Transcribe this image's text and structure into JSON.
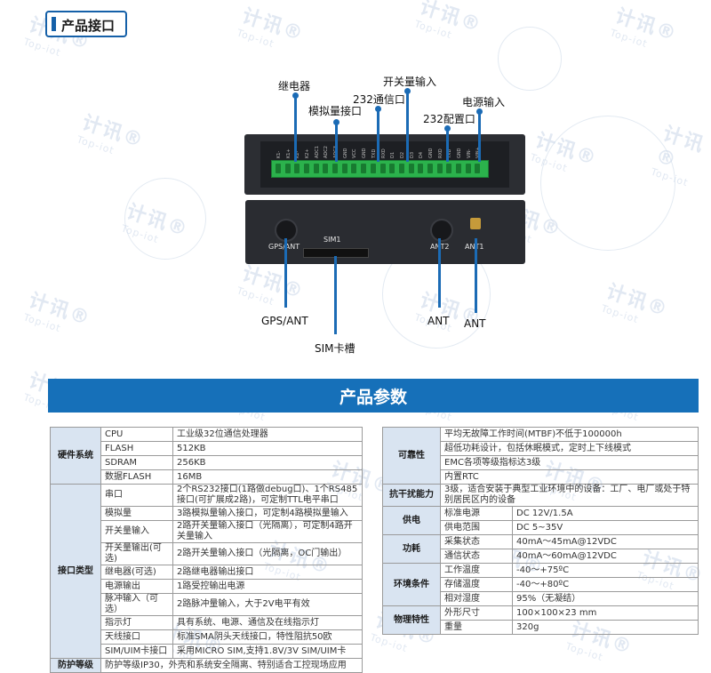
{
  "header": {
    "title": "产品接口"
  },
  "diagram": {
    "labels": {
      "relay": "继电器",
      "analog": "模拟量接口",
      "rs232": "232通信口",
      "switch_in": "开关量输入",
      "config232": "232配置口",
      "power_in": "电源输入",
      "gps_ant": "GPS/ANT",
      "sim_slot": "SIM卡槽",
      "ant_a": "ANT",
      "ant_b": "ANT"
    },
    "ports": {
      "gps": "GPS/ANT",
      "sim": "SIM1",
      "ant2": "ANT2",
      "ant1": "ANT1"
    },
    "pins": [
      "K1-",
      "K1+",
      "K2-",
      "K2+",
      "ADC1",
      "ADC2",
      "ADC3",
      "GND",
      "VCC",
      "GND",
      "TXD",
      "RXD",
      "D1",
      "D2",
      "D3",
      "D4",
      "GND",
      "RXD",
      "TXD",
      "GND",
      "VIN-",
      "VIN+"
    ]
  },
  "watermark": {
    "brand": "计讯",
    "sub": "Top-iot",
    "mark": "®"
  },
  "params": {
    "title": "产品参数"
  },
  "left_table": [
    {
      "cat": "硬件系统",
      "rows": [
        [
          "CPU",
          "工业级32位通信处理器"
        ],
        [
          "FLASH",
          "512KB"
        ],
        [
          "SDRAM",
          "256KB"
        ],
        [
          "数据FLASH",
          "16MB"
        ]
      ]
    },
    {
      "cat": "接口类型",
      "rows": [
        [
          "串口",
          "2个RS232接口(1路做debug口)、1个RS485接口(可扩展成2路)，可定制TTL电平串口"
        ],
        [
          "模拟量",
          "3路模拟量输入接口，可定制4路模拟量输入"
        ],
        [
          "开关量输入",
          "2路开关量输入接口（光隔离），可定制4路开关量输入"
        ],
        [
          "开关量输出(可选)",
          "2路开关量输入接口（光隔离，OC门输出）"
        ],
        [
          "继电器(可选)",
          "2路继电器输出接口"
        ],
        [
          "电源输出",
          "1路受控输出电源"
        ],
        [
          "脉冲输入（可选）",
          "2路脉冲量输入，大于2V电平有效"
        ],
        [
          "指示灯",
          "具有系统、电源、通信及在线指示灯"
        ],
        [
          "天线接口",
          "标准SMA阴头天线接口，特性阻抗50欧"
        ],
        [
          "SIM/UIM卡接口",
          "采用MICRO SIM,支持1.8V/3V SIM/UIM卡"
        ]
      ]
    },
    {
      "cat": "防护等级",
      "rows": [
        [
          "防护等级IP30，外壳和系统安全隔离、特别适合工控现场应用"
        ]
      ]
    }
  ],
  "right_table": [
    {
      "cat": "可靠性",
      "rows": [
        [
          "平均无故障工作时间(MTBF)不低于100000h"
        ],
        [
          "超低功耗设计，包括休眠模式，定时上下线模式"
        ],
        [
          "EMC各项等级指标达3级"
        ],
        [
          "内置RTC"
        ]
      ]
    },
    {
      "cat": "抗干扰能力",
      "rows": [
        [
          "3级，适合安装于典型工业环境中的设备：工厂、电厂或处于特别居民区内的设备"
        ]
      ]
    },
    {
      "cat": "供电",
      "rows": [
        [
          "标准电源",
          "DC 12V/1.5A"
        ],
        [
          "供电范围",
          "DC 5~35V"
        ]
      ]
    },
    {
      "cat": "功耗",
      "rows": [
        [
          "采集状态",
          "40mA～45mA@12VDC"
        ],
        [
          "通信状态",
          "40mA～60mA@12VDC"
        ]
      ]
    },
    {
      "cat": "环境条件",
      "rows": [
        [
          "工作温度",
          "-40～+75ºC"
        ],
        [
          "存储温度",
          "-40～+80ºC"
        ],
        [
          "相对湿度",
          "95%（无凝结）"
        ]
      ]
    },
    {
      "cat": "物理特性",
      "rows": [
        [
          "外形尺寸",
          "100×100×23 mm"
        ],
        [
          "重量",
          "320g"
        ]
      ]
    }
  ]
}
